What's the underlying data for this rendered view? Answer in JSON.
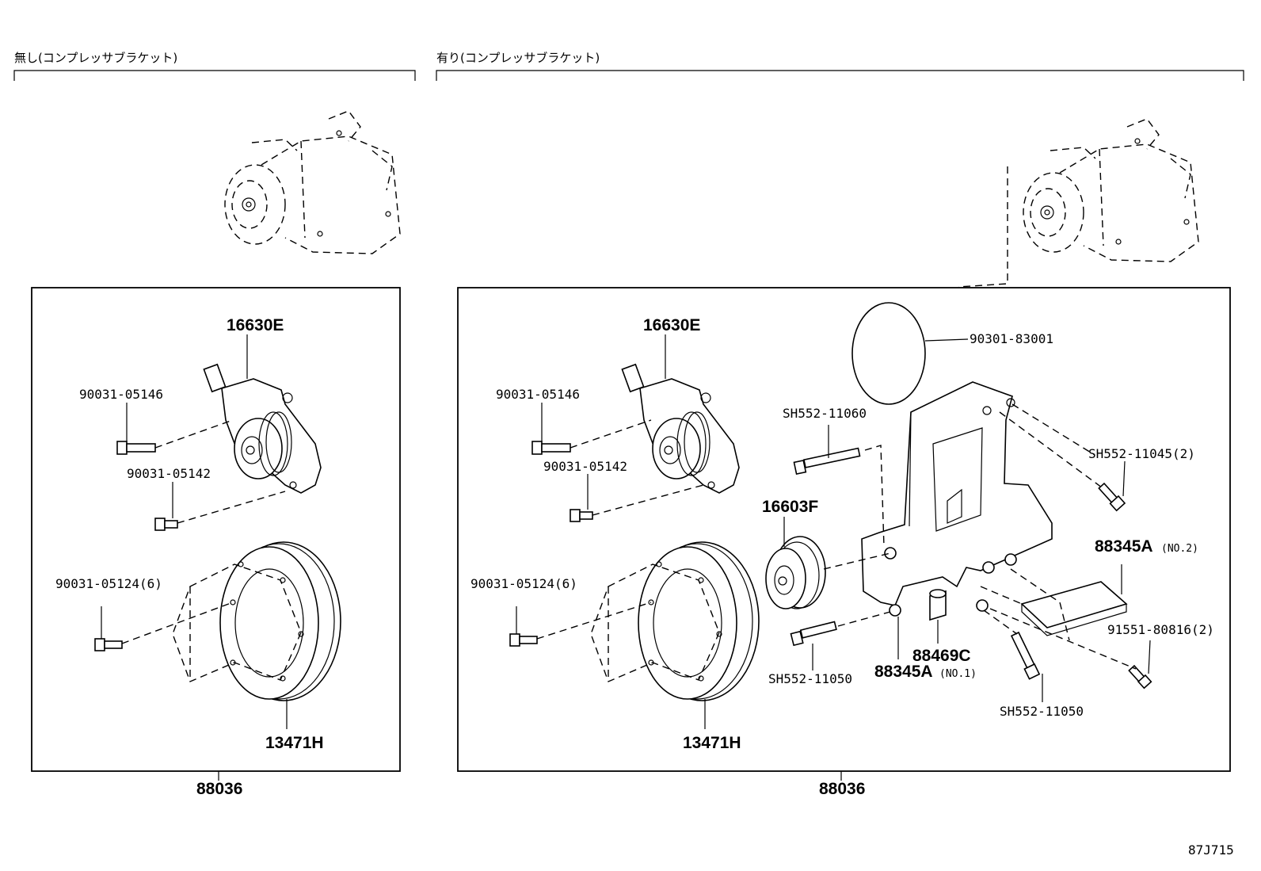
{
  "left_section": {
    "heading": "無し(コンプレッサブラケット)",
    "labels": {
      "tensioner": "16630E",
      "bolt_a": "90031-05146",
      "bolt_b": "90031-05142",
      "bolt_c": "90031-05124(6)",
      "pulley": "13471H",
      "assembly": "88036"
    }
  },
  "right_section": {
    "heading": "有り(コンプレッサブラケット)",
    "labels": {
      "tensioner": "16630E",
      "bolt_a": "90031-05146",
      "bolt_b": "90031-05142",
      "bolt_c": "90031-05124(6)",
      "pulley": "13471H",
      "assembly": "88036",
      "gasket": "90301-83001",
      "bolt_top": "SH552-11060",
      "bolt_right": "SH552-11045(2)",
      "idler": "16603F",
      "bracket_no2": "88345A",
      "bracket_no2_note": "(NO.2)",
      "bolt_bottom_left": "SH552-11050",
      "collar": "88469C",
      "bracket_no1": "88345A",
      "bracket_no1_note": "(NO.1)",
      "bolt_small": "91551-80816(2)",
      "bolt_bottom_right": "SH552-11050"
    }
  },
  "figure_code": "87J715"
}
